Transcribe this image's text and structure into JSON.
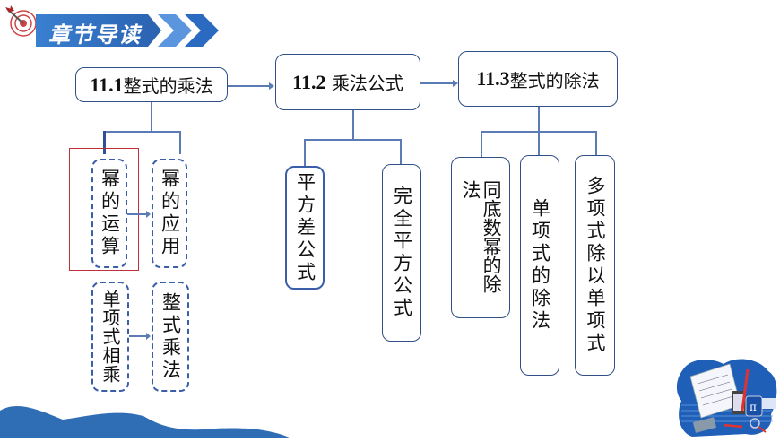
{
  "header": {
    "title": "章节导读",
    "icon": "target-dart-icon",
    "accent": "#2f6fc0"
  },
  "sections": [
    {
      "title_num": "11.1",
      "title_text": "整式的乘法",
      "children": [
        "幂的运算",
        "幂的应用",
        "单项式相乘",
        "整式乘法"
      ]
    },
    {
      "title_num": "11.2",
      "title_text": " 乘法公式",
      "children": [
        "平方差公式",
        "完全平方公式"
      ]
    },
    {
      "title_num": "11.3",
      "title_text": "整式的除法",
      "children": [
        "同底数幂的除法",
        "单项式的除法",
        "多项式除以单项式"
      ]
    }
  ],
  "colors": {
    "border": "#2f4f86",
    "dashed": "#3b5ea8",
    "highlight": "#c0303a",
    "wave": "#2f6db5"
  },
  "decor": {
    "illustration": "math-notebook-illustration-icon"
  }
}
